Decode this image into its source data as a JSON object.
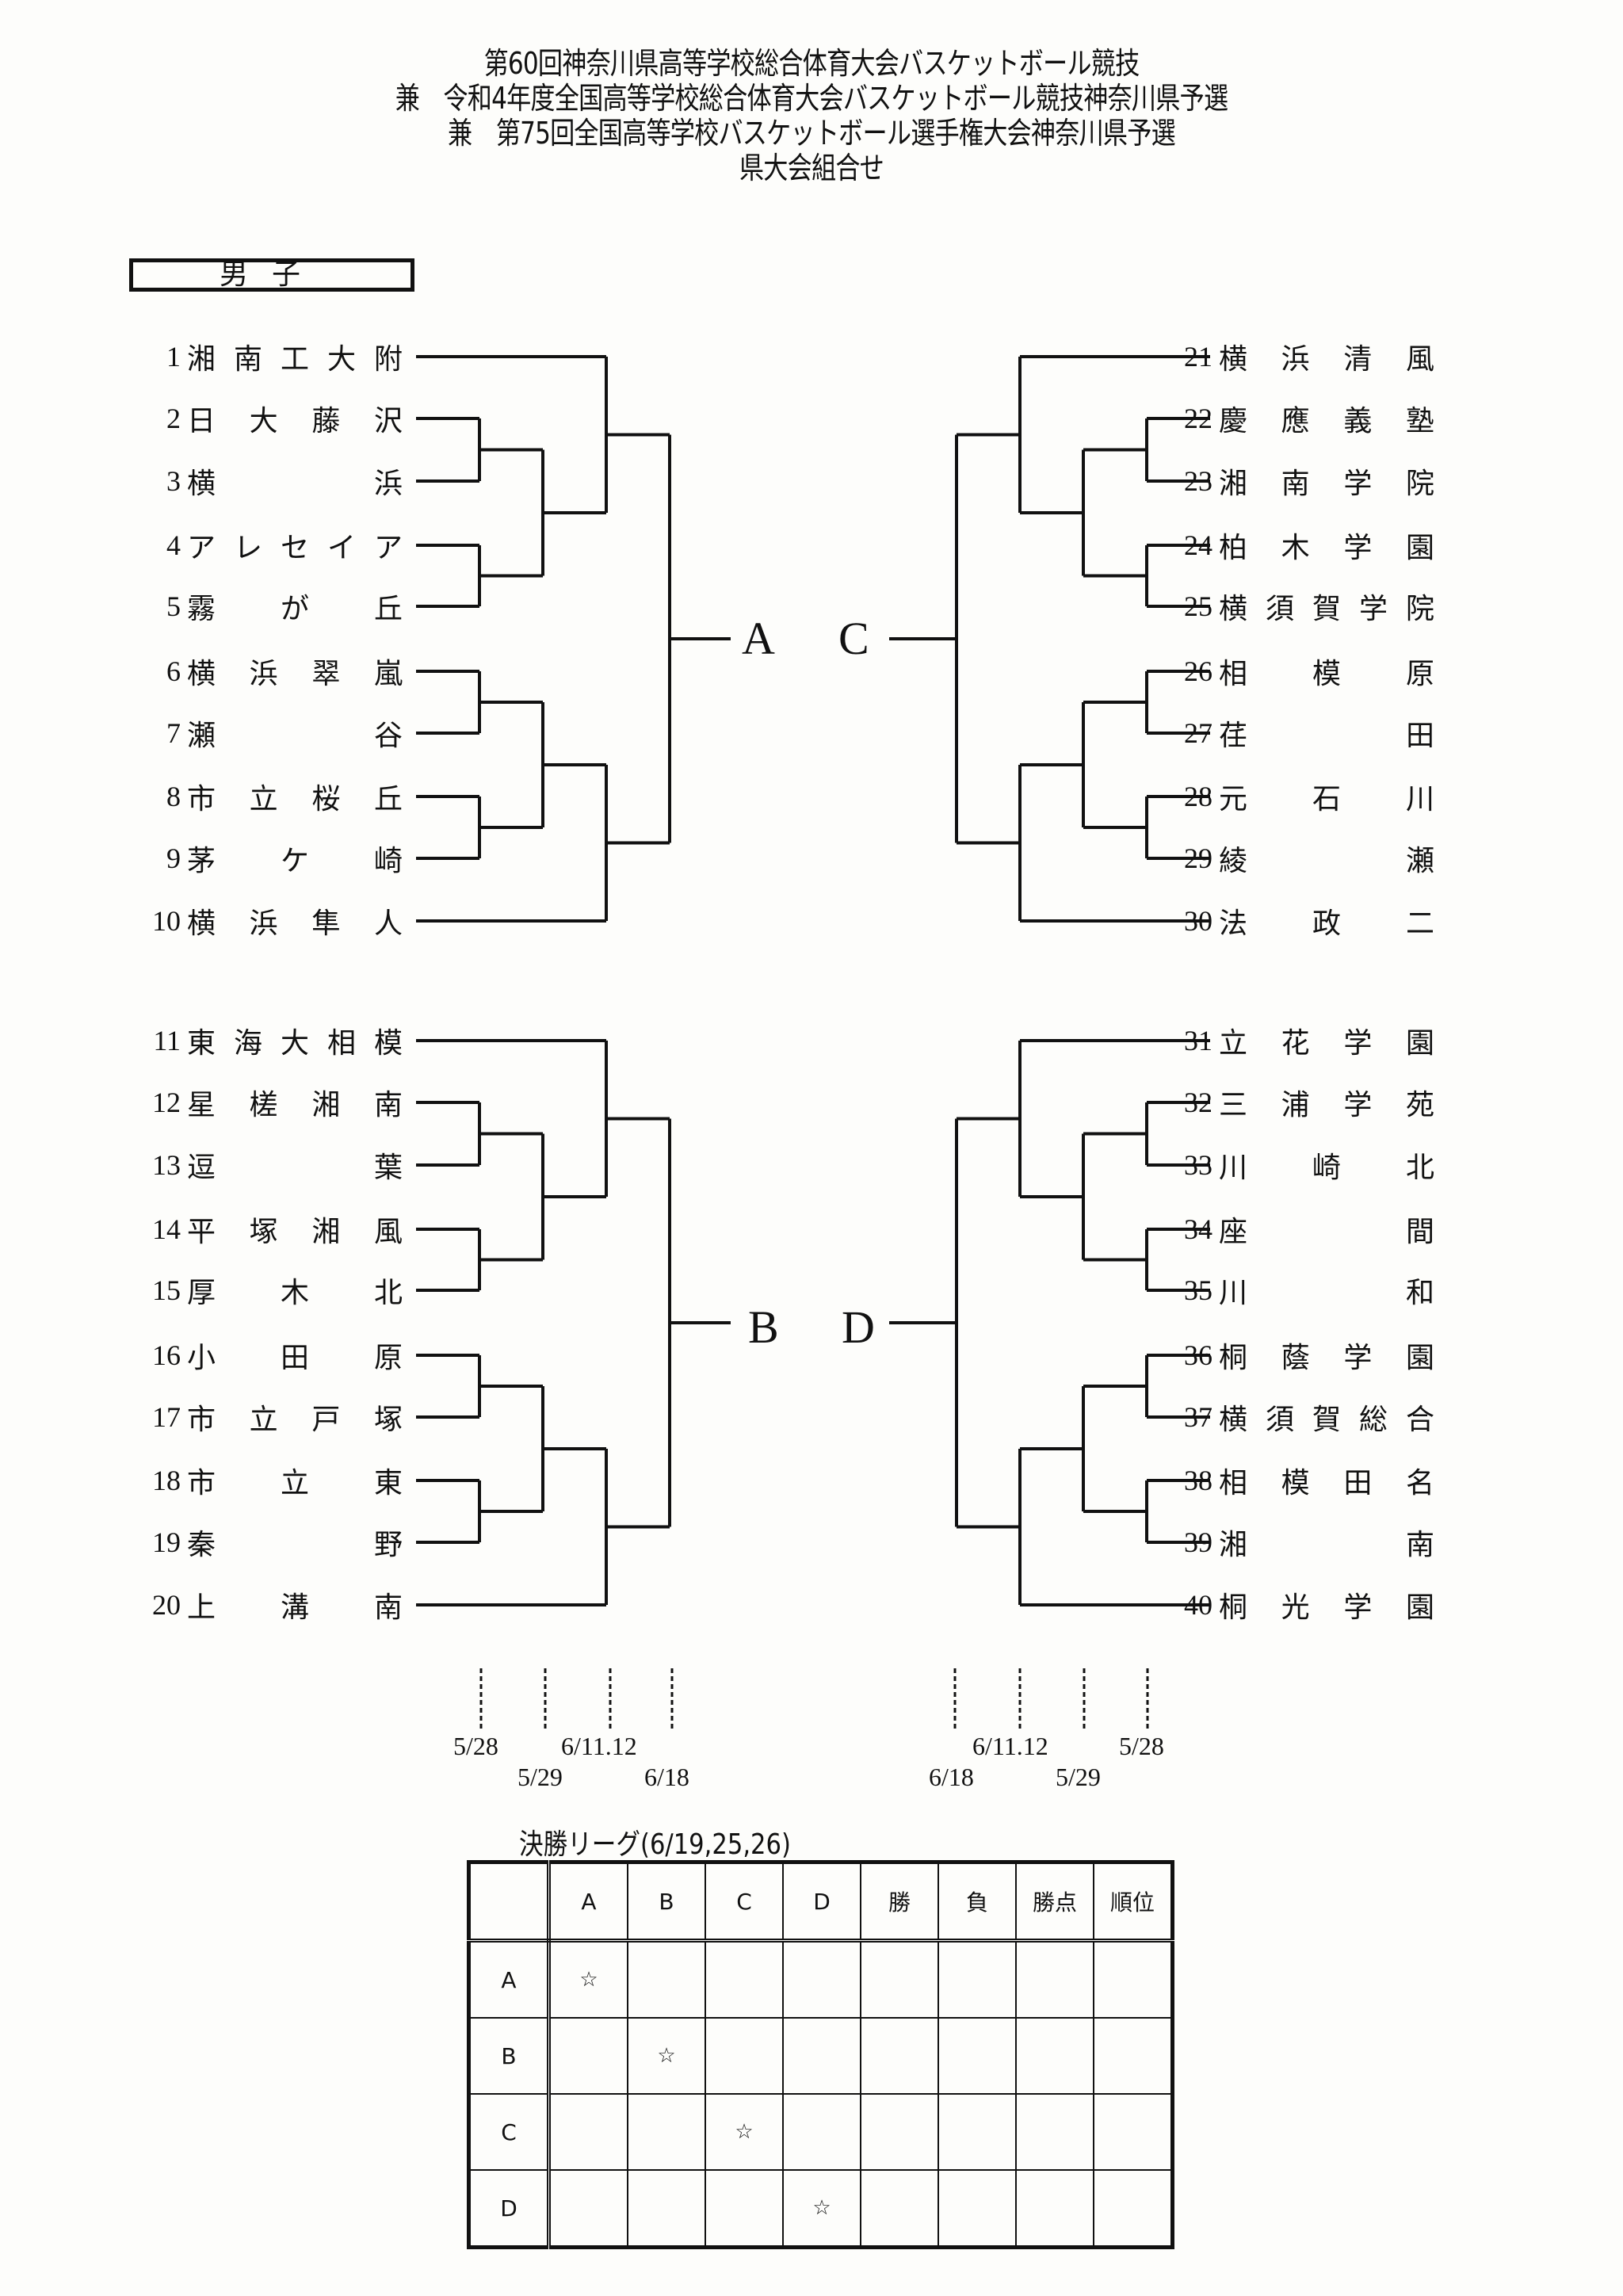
{
  "header": {
    "lines": [
      "第60回神奈川県高等学校総合体育大会バスケットボール競技",
      "兼　令和4年度全国高等学校総合体育大会バスケットボール競技神奈川県予選",
      "兼　第75回全国高等学校バスケットボール選手権大会神奈川県予選",
      "県大会組合せ"
    ]
  },
  "section": {
    "label": "男子"
  },
  "pools": {
    "A": "A",
    "B": "B",
    "C": "C",
    "D": "D"
  },
  "teams_left": [
    {
      "num": "1",
      "chars": [
        "湘",
        "南",
        "工",
        "大",
        "附"
      ]
    },
    {
      "num": "2",
      "chars": [
        "日",
        "大",
        "藤",
        "沢"
      ]
    },
    {
      "num": "3",
      "chars": [
        "横",
        "浜"
      ]
    },
    {
      "num": "4",
      "chars": [
        "ア",
        "レ",
        "セ",
        "イ",
        "ア"
      ]
    },
    {
      "num": "5",
      "chars": [
        "霧",
        "が",
        "丘"
      ]
    },
    {
      "num": "6",
      "chars": [
        "横",
        "浜",
        "翠",
        "嵐"
      ]
    },
    {
      "num": "7",
      "chars": [
        "瀬",
        "谷"
      ]
    },
    {
      "num": "8",
      "chars": [
        "市",
        "立",
        "桜",
        "丘"
      ]
    },
    {
      "num": "9",
      "chars": [
        "茅",
        "ケ",
        "崎"
      ]
    },
    {
      "num": "10",
      "chars": [
        "横",
        "浜",
        "隼",
        "人"
      ]
    },
    {
      "num": "11",
      "chars": [
        "東",
        "海",
        "大",
        "相",
        "模"
      ]
    },
    {
      "num": "12",
      "chars": [
        "星",
        "槎",
        "湘",
        "南"
      ]
    },
    {
      "num": "13",
      "chars": [
        "逗",
        "葉"
      ]
    },
    {
      "num": "14",
      "chars": [
        "平",
        "塚",
        "湘",
        "風"
      ]
    },
    {
      "num": "15",
      "chars": [
        "厚",
        "木",
        "北"
      ]
    },
    {
      "num": "16",
      "chars": [
        "小",
        "田",
        "原"
      ]
    },
    {
      "num": "17",
      "chars": [
        "市",
        "立",
        "戸",
        "塚"
      ]
    },
    {
      "num": "18",
      "chars": [
        "市",
        "立",
        "東"
      ]
    },
    {
      "num": "19",
      "chars": [
        "秦",
        "野"
      ]
    },
    {
      "num": "20",
      "chars": [
        "上",
        "溝",
        "南"
      ]
    }
  ],
  "teams_right": [
    {
      "num": "21",
      "chars": [
        "横",
        "浜",
        "清",
        "風"
      ]
    },
    {
      "num": "22",
      "chars": [
        "慶",
        "應",
        "義",
        "塾"
      ]
    },
    {
      "num": "23",
      "chars": [
        "湘",
        "南",
        "学",
        "院"
      ]
    },
    {
      "num": "24",
      "chars": [
        "柏",
        "木",
        "学",
        "園"
      ]
    },
    {
      "num": "25",
      "chars": [
        "横",
        "須",
        "賀",
        "学",
        "院"
      ]
    },
    {
      "num": "26",
      "chars": [
        "相",
        "模",
        "原"
      ]
    },
    {
      "num": "27",
      "chars": [
        "荏",
        "田"
      ]
    },
    {
      "num": "28",
      "chars": [
        "元",
        "石",
        "川"
      ]
    },
    {
      "num": "29",
      "chars": [
        "綾",
        "瀬"
      ]
    },
    {
      "num": "30",
      "chars": [
        "法",
        "政",
        "二"
      ]
    },
    {
      "num": "31",
      "chars": [
        "立",
        "花",
        "学",
        "園"
      ]
    },
    {
      "num": "32",
      "chars": [
        "三",
        "浦",
        "学",
        "苑"
      ]
    },
    {
      "num": "33",
      "chars": [
        "川",
        "崎",
        "北"
      ]
    },
    {
      "num": "34",
      "chars": [
        "座",
        "間"
      ]
    },
    {
      "num": "35",
      "chars": [
        "川",
        "和"
      ]
    },
    {
      "num": "36",
      "chars": [
        "桐",
        "蔭",
        "学",
        "園"
      ]
    },
    {
      "num": "37",
      "chars": [
        "横",
        "須",
        "賀",
        "総",
        "合"
      ]
    },
    {
      "num": "38",
      "chars": [
        "相",
        "模",
        "田",
        "名"
      ]
    },
    {
      "num": "39",
      "chars": [
        "湘",
        "南"
      ]
    },
    {
      "num": "40",
      "chars": [
        "桐",
        "光",
        "学",
        "園"
      ]
    }
  ],
  "round_dates_left": [
    "5/28",
    "5/29",
    "6/11.12",
    "6/18"
  ],
  "round_dates_right": [
    "6/18",
    "6/11.12",
    "5/29",
    "5/28"
  ],
  "final_league": {
    "title": "決勝リーグ(6/19,25,26)",
    "columns": [
      "",
      "A",
      "B",
      "C",
      "D",
      "勝",
      "負",
      "勝点",
      "順位"
    ],
    "rows": [
      {
        "label": "A",
        "cells": [
          "☆",
          "",
          "",
          "",
          "",
          "",
          "",
          ""
        ]
      },
      {
        "label": "B",
        "cells": [
          "",
          "☆",
          "",
          "",
          "",
          "",
          "",
          ""
        ]
      },
      {
        "label": "C",
        "cells": [
          "",
          "",
          "☆",
          "",
          "",
          "",
          "",
          ""
        ]
      },
      {
        "label": "D",
        "cells": [
          "",
          "",
          "",
          "☆",
          "",
          "",
          "",
          ""
        ]
      }
    ]
  }
}
